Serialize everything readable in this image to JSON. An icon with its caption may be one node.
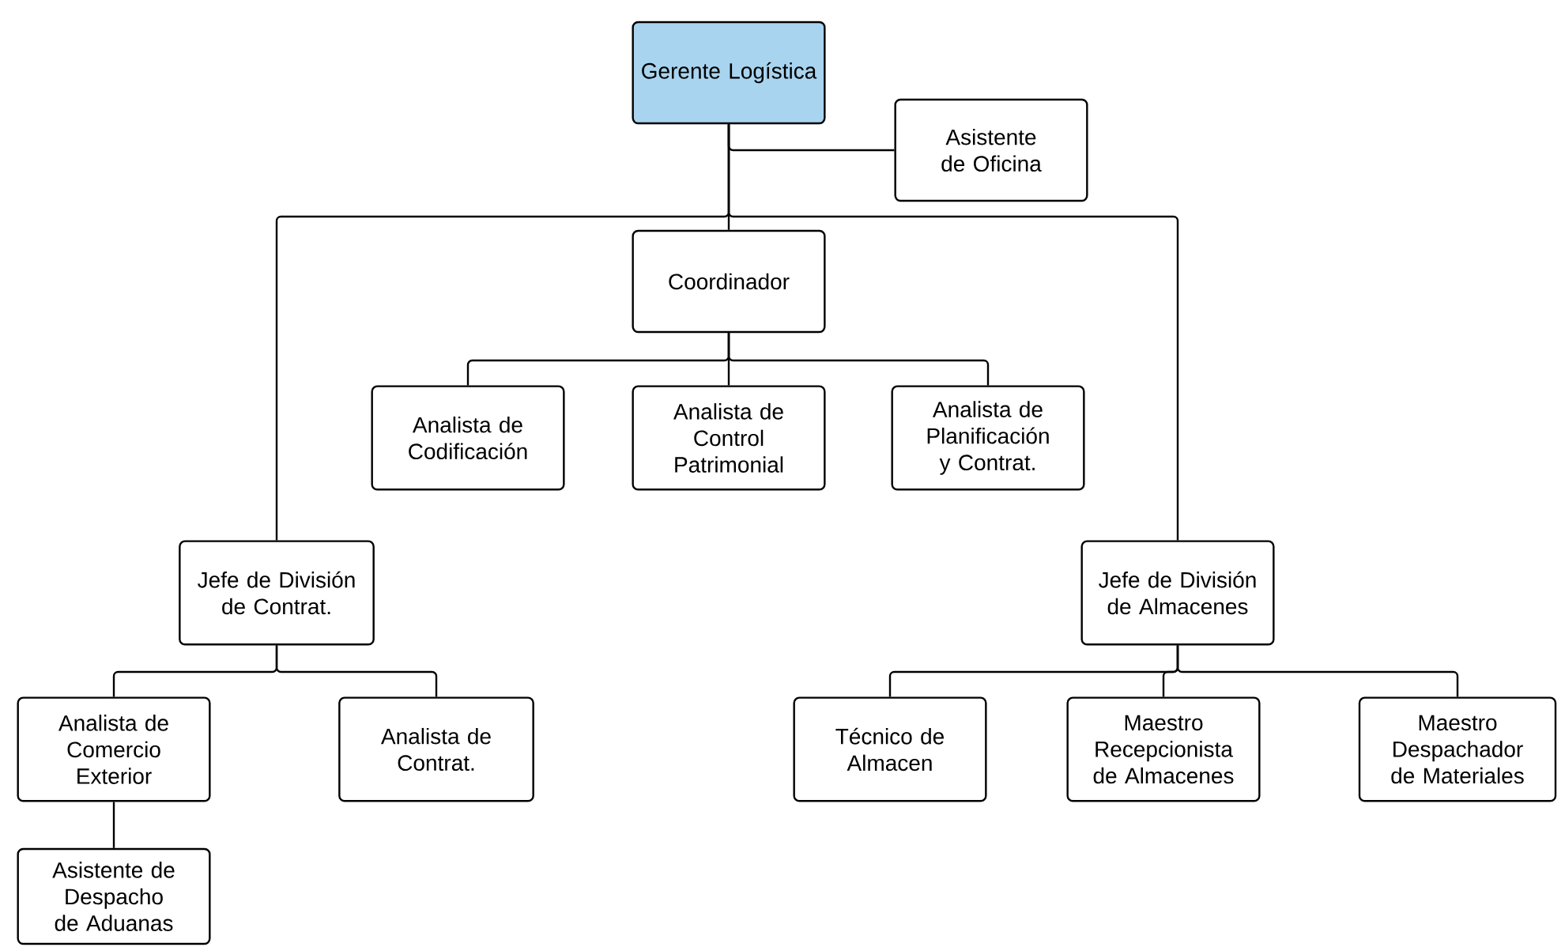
{
  "diagram": {
    "nodes": [
      {
        "text": [
          "Gerente Logística"
        ]
      },
      {
        "text": [
          "Asistente de Oficina"
        ]
      },
      {
        "text": [
          "Coordinador"
        ]
      },
      {
        "text": [
          "Analista de Codificación"
        ]
      },
      {
        "text": [
          "Analista de Control Patrimonial"
        ]
      },
      {
        "text": [
          "Analista de Planificación y Contrat."
        ]
      },
      {
        "text": [
          "Jefe de División de Contrat."
        ]
      },
      {
        "text": [
          "Jefe de División de Almacenes"
        ]
      },
      {
        "text": [
          "Analista de Comercio Exterior"
        ]
      },
      {
        "text": [
          "Analista de Contrat."
        ]
      },
      {
        "text": [
          "Asistente de Despacho de Aduanas"
        ]
      },
      {
        "text": [
          "Técnico de Almacen"
        ]
      },
      {
        "text": [
          "Maestro Recepcionista de Almacenes"
        ]
      },
      {
        "text": [
          "Maestro Despachador de Materiales"
        ]
      }
    ],
    "edges": [
      {
        "from": 0,
        "to": 1,
        "arrow": "none"
      },
      {
        "from": 0,
        "to": 2,
        "arrow": "none"
      },
      {
        "from": 0,
        "to": 6,
        "arrow": "none"
      },
      {
        "from": 0,
        "to": 7,
        "arrow": "none"
      },
      {
        "from": 2,
        "to": 3,
        "arrow": "none"
      },
      {
        "from": 2,
        "to": 4,
        "arrow": "none"
      },
      {
        "from": 2,
        "to": 5,
        "arrow": "none"
      },
      {
        "from": 6,
        "to": 8,
        "arrow": "none"
      },
      {
        "from": 6,
        "to": 9,
        "arrow": "none"
      },
      {
        "from": 8,
        "to": 10,
        "arrow": "none"
      },
      {
        "from": 7,
        "to": 11,
        "arrow": "none"
      },
      {
        "from": 7,
        "to": 12,
        "arrow": "none"
      },
      {
        "from": 7,
        "to": 13,
        "arrow": "none"
      }
    ]
  }
}
